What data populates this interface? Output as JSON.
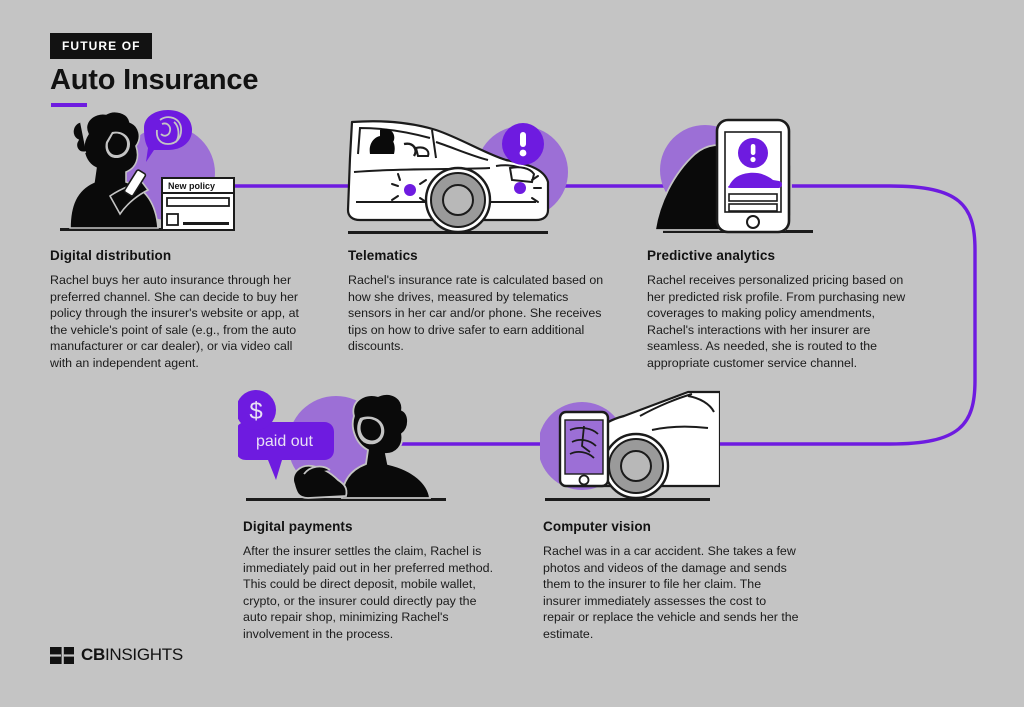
{
  "header": {
    "eyebrow": "FUTURE OF",
    "title": "Auto Insurance"
  },
  "colors": {
    "background": "#c4c4c4",
    "accent_purple": "#6E1BE0",
    "light_purple": "#9C6FD6",
    "ink": "#121212",
    "white": "#ffffff"
  },
  "connector": {
    "name": "journey-flow-line",
    "color": "#6E1BE0",
    "description": "horizontal purple line across top row, loops right and returns across bottom row"
  },
  "steps": [
    {
      "id": "digital-distribution",
      "heading": "Digital distribution",
      "body": "Rachel buys her auto insurance through her preferred channel. She can decide to buy her policy through the insurer's website or app, at the vehicle's point of sale (e.g., from the auto manufacturer or car dealer), or via video call with an independent agent.",
      "illustration": {
        "name": "woman-with-phone-and-policy-form",
        "icons": [
          "person-silhouette-icon",
          "smartphone-icon",
          "video-call-bubble-icon",
          "policy-form-icon"
        ],
        "card_label": "New policy"
      }
    },
    {
      "id": "telematics",
      "heading": "Telematics",
      "body": "Rachel's insurance rate is calculated based on how she drives, measured by telematics sensors in her car and/or phone. She receives tips on how to drive safer to earn additional discounts.",
      "illustration": {
        "name": "car-side-view-with-sensors",
        "icons": [
          "car-side-icon",
          "driver-silhouette-icon",
          "sensor-dot-icon",
          "alert-exclamation-icon"
        ]
      }
    },
    {
      "id": "predictive-analytics",
      "heading": "Predictive analytics",
      "body": "Rachel receives personalized pricing based on her predicted risk profile. From purchasing new coverages to making policy amendments, Rachel's interactions with her insurer are seamless. As needed, she is routed to the appropriate customer service channel.",
      "illustration": {
        "name": "hand-holding-phone-with-car-quote",
        "icons": [
          "hand-icon",
          "smartphone-icon",
          "alert-exclamation-icon",
          "car-glyph-icon"
        ]
      }
    },
    {
      "id": "digital-payments",
      "heading": "Digital payments",
      "body": "After the insurer settles the claim, Rachel is immediately paid out in her preferred method. This could be direct deposit, mobile wallet, crypto, or the insurer could directly pay the auto repair shop, minimizing Rachel's involvement in the process.",
      "illustration": {
        "name": "woman-receiving-payment",
        "icons": [
          "person-silhouette-icon",
          "open-hand-icon",
          "dollar-sign-icon",
          "speech-bubble-icon"
        ],
        "bubble_label": "paid out",
        "badge_label": "$"
      }
    },
    {
      "id": "computer-vision",
      "heading": "Computer vision",
      "body": "Rachel was in a car accident. She takes a few photos and videos of the damage and sends them to the insurer to file her claim. The insurer immediately assesses the cost to repair or replace the vehicle and sends her the estimate.",
      "illustration": {
        "name": "phone-photographing-damaged-car",
        "icons": [
          "smartphone-camera-icon",
          "car-front-icon",
          "damage-crack-icon"
        ]
      }
    }
  ],
  "footer": {
    "logo_bold": "CB",
    "logo_light": "INSIGHTS",
    "logo_mark": "cb-insights-mark-icon"
  }
}
